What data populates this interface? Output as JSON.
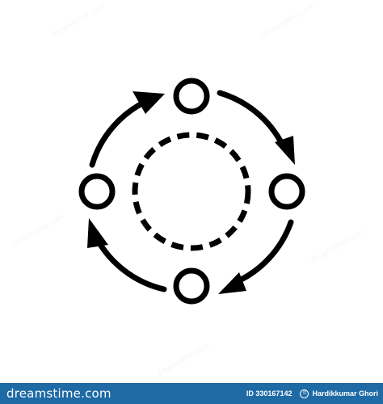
{
  "icon": {
    "name": "circular-cycle-process",
    "stroke_color": "#000000",
    "background_color": "#ffffff"
  },
  "watermark": {
    "text": "dreamstime.com"
  },
  "footer": {
    "background_color": "#1e6aa5",
    "brand_text": "dreamstime.com",
    "id_text": "ID 330167142",
    "author_text": "Hardikkumar Ghori",
    "copyright_icon": "copyright-icon"
  }
}
